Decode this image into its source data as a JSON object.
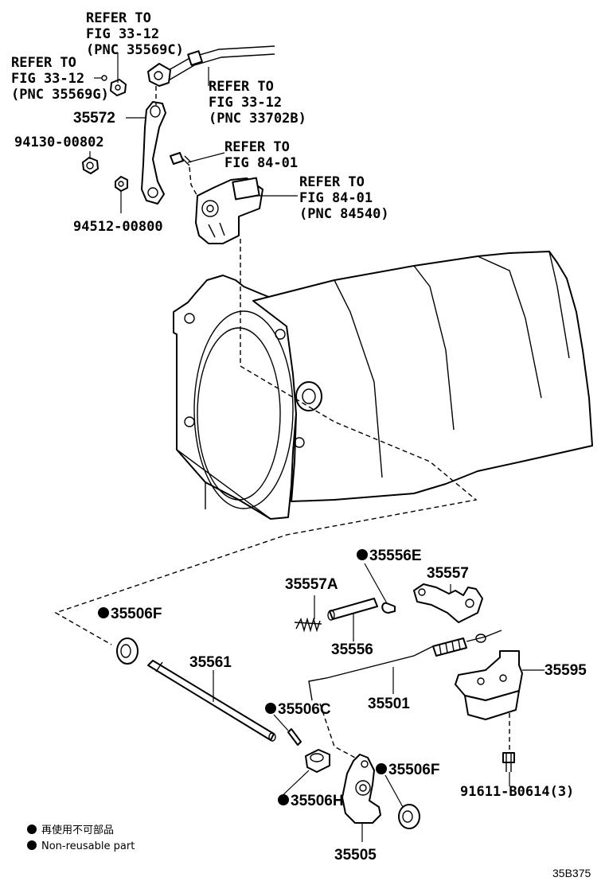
{
  "refs": {
    "ref_35569c_top": [
      "REFER TO",
      "FIG 33-12",
      "(PNC 35569C)"
    ],
    "ref_35569g": [
      "REFER TO",
      "FIG 33-12",
      "(PNC 35569G)"
    ],
    "ref_33702b": [
      "REFER TO",
      "FIG 33-12",
      "(PNC 33702B)"
    ],
    "ref_84_01": [
      "REFER TO",
      "FIG 84-01"
    ],
    "ref_84540": [
      "REFER TO",
      "FIG 84-01",
      "(PNC 84540)"
    ]
  },
  "parts": {
    "p35572": "35572",
    "p94130": "94130-00802",
    "p94512": "94512-00800",
    "p35556E": "35556E",
    "p35557": "35557",
    "p35557A": "35557A",
    "p35506F_left": "35506F",
    "p35556": "35556",
    "p35561": "35561",
    "p35501": "35501",
    "p35595": "35595",
    "p35506C": "35506C",
    "p35506F_right": "35506F",
    "p35506H": "35506H",
    "p91611": "91611-B0614(3)",
    "p35505": "35505"
  },
  "legend": {
    "line1": "再使用不可部品",
    "line2": "Non-reusable part"
  },
  "figure_code": "35B375"
}
